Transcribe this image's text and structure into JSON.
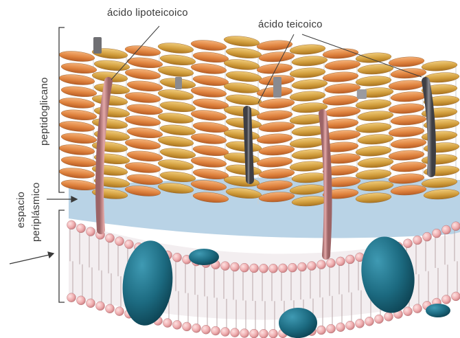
{
  "labels": {
    "lipoteichoic": "ácido lipoteicoico",
    "teichoic": "ácido teicoico",
    "peptidoglycan": "peptidoglicano",
    "periplasmic_line1": "espacio",
    "periplasmic_line2": "periplásmico"
  },
  "colors": {
    "orange_unit": "#e28a4b",
    "tan_unit": "#d7a145",
    "periplasm": "#b9d3e6",
    "bilayer_head": "#f2b7b9",
    "protein": "#1e6b80",
    "lipoteichoic_rod": "#c98c8c",
    "teichoic_rod": "#6f6f73"
  }
}
